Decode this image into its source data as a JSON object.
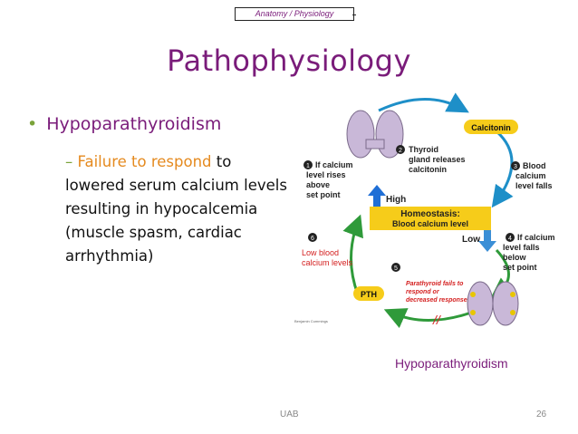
{
  "header": {
    "tag": "Anatomy / Physiology"
  },
  "slide": {
    "title": "Pathophysiology",
    "bullet": "Hypoparathyroidism",
    "sub_prefix": "– ",
    "sub_highlight": "Failure to respond",
    "sub_rest": " to lowered serum calcium levels resulting in hypocalcemia (muscle spasm, cardiac arrhythmia)"
  },
  "diagram": {
    "calcitonin": "Calcitonin",
    "step2_num": "2",
    "step2": [
      "Thyroid",
      "gland releases",
      "calcitonin"
    ],
    "step1_num": "1",
    "step1": [
      "If calcium",
      "level rises",
      "above",
      "set point"
    ],
    "step3_num": "3",
    "step3": [
      "Blood",
      "calcium",
      "level falls"
    ],
    "high": "High",
    "low": "Low",
    "homeostasis_title": "Homeostasis:",
    "homeostasis_sub": "Blood calcium level",
    "step6_num": "6",
    "step6": [
      "Low blood",
      "calcium levels"
    ],
    "step4_num": "4",
    "step4": [
      "If calcium",
      "level falls",
      "below",
      "set point"
    ],
    "step5_num": "5",
    "pth": "PTH",
    "parathyroid_note": [
      "Parathyroid fails to",
      "respond or",
      "decreased response"
    ],
    "break_mark": "//",
    "credit": "Benjamin Cummings",
    "colors": {
      "box": "#f6cc1a",
      "arrow_up": "#1f6fd6",
      "arrow_down": "#3b8fd6",
      "cycle_blue": "#1e8fc8",
      "cycle_green": "#2f9a3a",
      "red_note": "#d42020"
    }
  },
  "caption": "Hypoparathyroidism",
  "footer": {
    "org": "UAB",
    "page": "26"
  }
}
